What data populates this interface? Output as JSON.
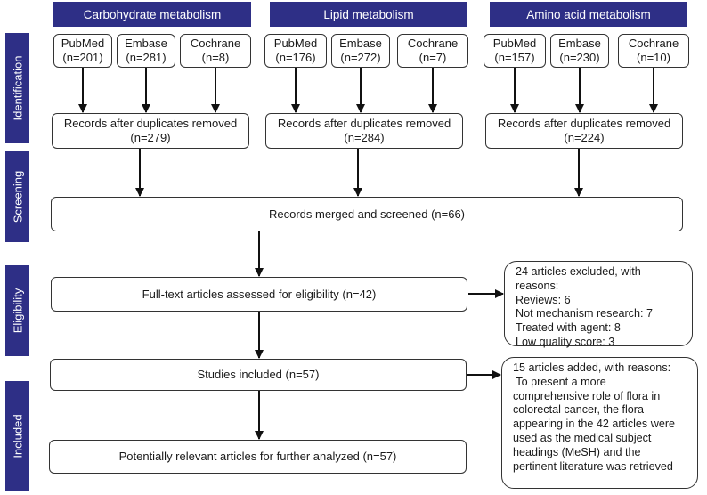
{
  "headers": {
    "carb": "Carbohydrate metabolism",
    "lipid": "Lipid metabolism",
    "amino": "Amino acid metabolism"
  },
  "stages": {
    "identification": "Identification",
    "screening": "Screening",
    "eligibility": "Eligibility",
    "included": "Included"
  },
  "sources": {
    "carb": [
      {
        "name": "PubMed",
        "n": "(n=201)"
      },
      {
        "name": "Embase",
        "n": "(n=281)"
      },
      {
        "name": "Cochrane",
        "n": "(n=8)"
      }
    ],
    "lipid": [
      {
        "name": "PubMed",
        "n": "(n=176)"
      },
      {
        "name": "Embase",
        "n": "(n=272)"
      },
      {
        "name": "Cochrane",
        "n": "(n=7)"
      }
    ],
    "amino": [
      {
        "name": "PubMed",
        "n": "(n=157)"
      },
      {
        "name": "Embase",
        "n": "(n=230)"
      },
      {
        "name": "Cochrane",
        "n": "(n=10)"
      }
    ]
  },
  "dedup": {
    "carb": {
      "label": "Records after duplicates removed",
      "n": "(n=279)"
    },
    "lipid": {
      "label": "Records after duplicates removed",
      "n": "(n=284)"
    },
    "amino": {
      "label": "Records after duplicates removed",
      "n": "(n=224)"
    }
  },
  "merged": "Records merged and screened (n=66)",
  "fulltext": "Full-text articles assessed for eligibility (n=42)",
  "included": "Studies included (n=57)",
  "final": "Potentially relevant articles for further analyzed (n=57)",
  "excluded": {
    "title": "24 articles excluded, with",
    "lines": [
      "reasons:",
      "Reviews: 6",
      "Not mechanism research: 7",
      "Treated with agent: 8",
      "Low quality score: 3"
    ]
  },
  "added": {
    "lines": [
      "15 articles added, with reasons:",
      " To present a more",
      "comprehensive role of flora in",
      "colorectal cancer, the flora",
      "appearing in the 42 articles were",
      "used as the medical subject",
      "headings (MeSH) and the",
      "pertinent literature was retrieved"
    ]
  },
  "colors": {
    "header_bg": "#2e2f86",
    "header_text": "#ffffff",
    "border": "#333333",
    "arrow": "#111111"
  }
}
